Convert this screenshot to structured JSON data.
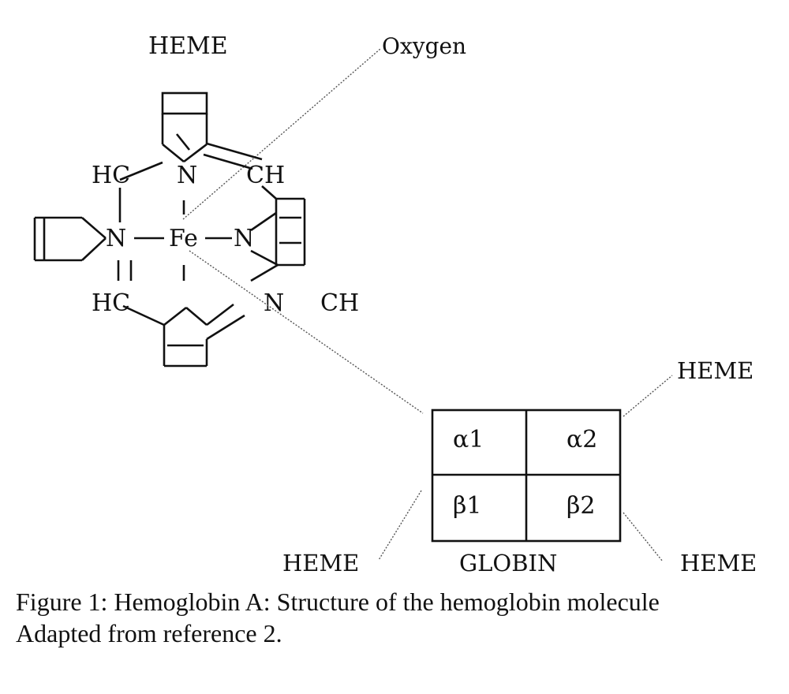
{
  "heme_label": "HEME",
  "oxygen_label": "Oxygen",
  "ring_atoms": {
    "hc_top": "HC",
    "n_top": "N",
    "ch_top": "CH",
    "n_left": "N",
    "fe": "Fe",
    "n_right": "N",
    "hc_bottom": "HC",
    "n_bottom": "N",
    "ch_bottom": "CH"
  },
  "globin": {
    "cells": [
      "α1",
      "α2",
      "β1",
      "β2"
    ],
    "label": "GLOBIN",
    "heme_top_right": "HEME",
    "heme_bottom_left": "HEME",
    "heme_bottom_right": "HEME"
  },
  "caption": {
    "line1": "Figure 1:  Hemoglobin A:  Structure of the hemoglobin molecule",
    "line2": "Adapted from reference 2."
  }
}
